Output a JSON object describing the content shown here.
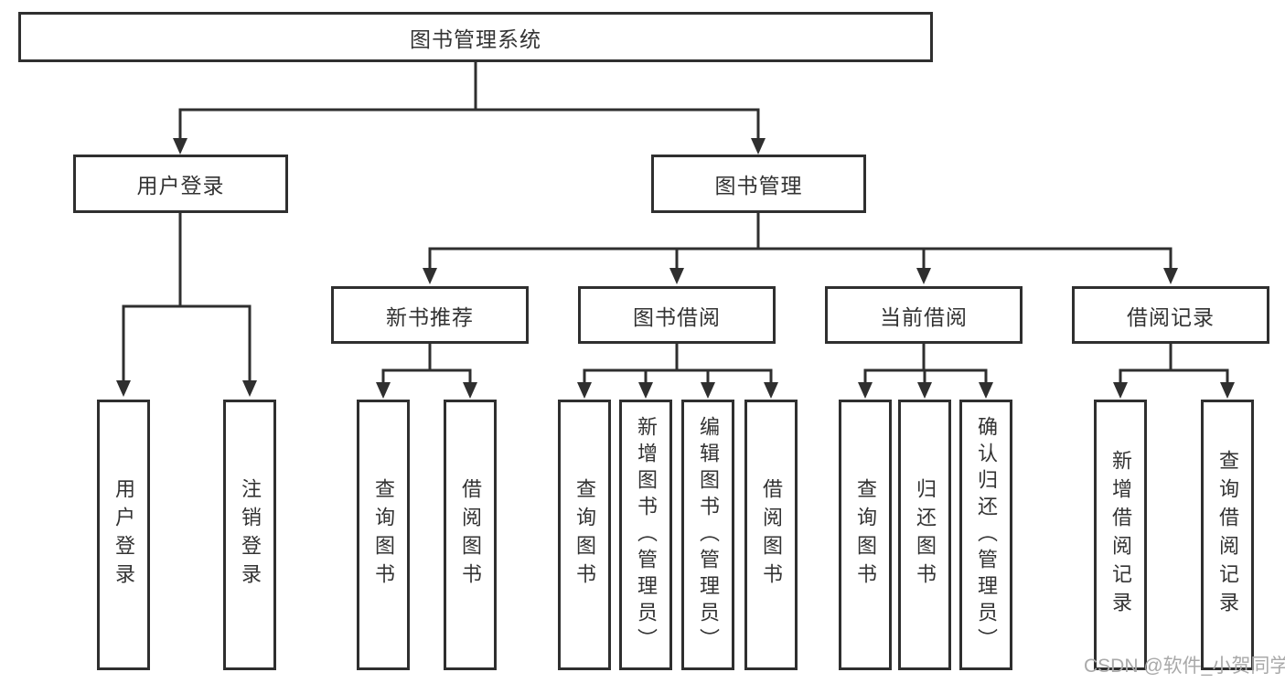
{
  "title": "图书管理系统",
  "tree": {
    "root": {
      "label": "图书管理系统"
    },
    "branches": [
      {
        "label": "用户登录",
        "children": [
          {
            "label": "用户登录"
          },
          {
            "label": "注销登录"
          }
        ]
      },
      {
        "label": "图书管理",
        "groups": [
          {
            "label": "新书推荐",
            "children": [
              {
                "label": "查询图书"
              },
              {
                "label": "借阅图书"
              }
            ]
          },
          {
            "label": "图书借阅",
            "children": [
              {
                "label": "查询图书"
              },
              {
                "label": "新增图书（管理员）"
              },
              {
                "label": "编辑图书（管理员）"
              },
              {
                "label": "借阅图书"
              }
            ]
          },
          {
            "label": "当前借阅",
            "children": [
              {
                "label": "查询图书"
              },
              {
                "label": "归还图书"
              },
              {
                "label": "确认归还（管理员）"
              }
            ]
          },
          {
            "label": "借阅记录",
            "children": [
              {
                "label": "新增借阅记录"
              },
              {
                "label": "查询借阅记录"
              }
            ]
          }
        ]
      }
    ]
  },
  "watermark": "CSDN @软件_小贺同学",
  "colors": {
    "line": "#2f2f2f",
    "text": "#333333",
    "background": "#ffffff",
    "watermark": "#a9a9a9"
  }
}
